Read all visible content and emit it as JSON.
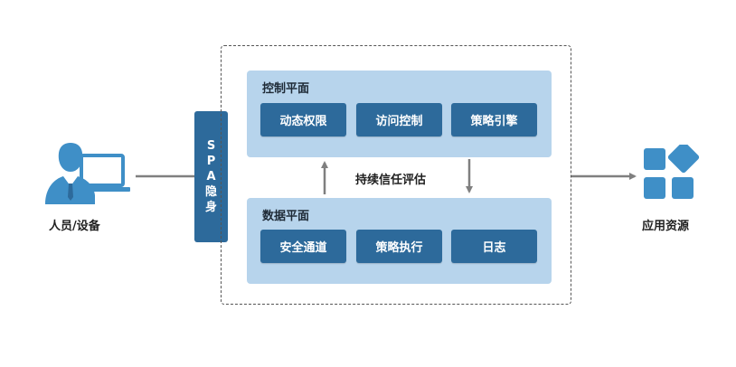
{
  "user": {
    "label": "人员/设备",
    "icon": "user-with-laptop-icon"
  },
  "spa": {
    "chars": [
      "S",
      "P",
      "A",
      "隐",
      "身"
    ]
  },
  "control_plane": {
    "title": "控制平面",
    "items": [
      "动态权限",
      "访问控制",
      "策略引擎"
    ]
  },
  "data_plane": {
    "title": "数据平面",
    "items": [
      "安全通道",
      "策略执行",
      "日志"
    ]
  },
  "evaluation": {
    "label": "持续信任评估"
  },
  "resource": {
    "label": "应用资源",
    "icon": "app-grid-icon"
  },
  "colors": {
    "primary": "#2d6a9b",
    "panel": "#b7d4ec",
    "icon": "#3f8fc7",
    "arrow": "#7f7f7f"
  }
}
